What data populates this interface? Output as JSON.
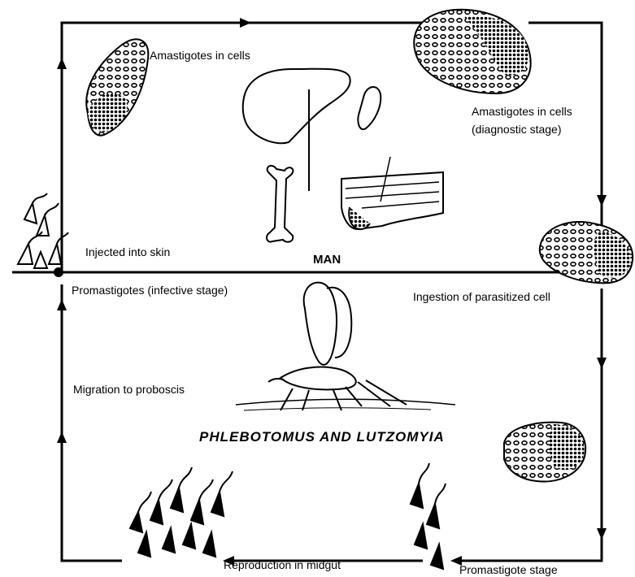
{
  "labels": {
    "amastigotes_cells": "Amastigotes in cells",
    "amastigotes_diag_1": "Amastigotes in cells",
    "amastigotes_diag_2": "(diagnostic stage)",
    "injected_skin": "Injected into skin",
    "host": "MAN",
    "promastigotes_infective": "Promastigotes (infective stage)",
    "ingestion": "Ingestion of parasitized cell",
    "migration": "Migration to proboscis",
    "vector": "PHLEBOTOMUS AND LUTZOMYIA",
    "reproduction": "Reproduction in midgut",
    "promastigote_stage": "Promastigote stage"
  },
  "colors": {
    "ink": "#000000",
    "background": "#ffffff"
  }
}
